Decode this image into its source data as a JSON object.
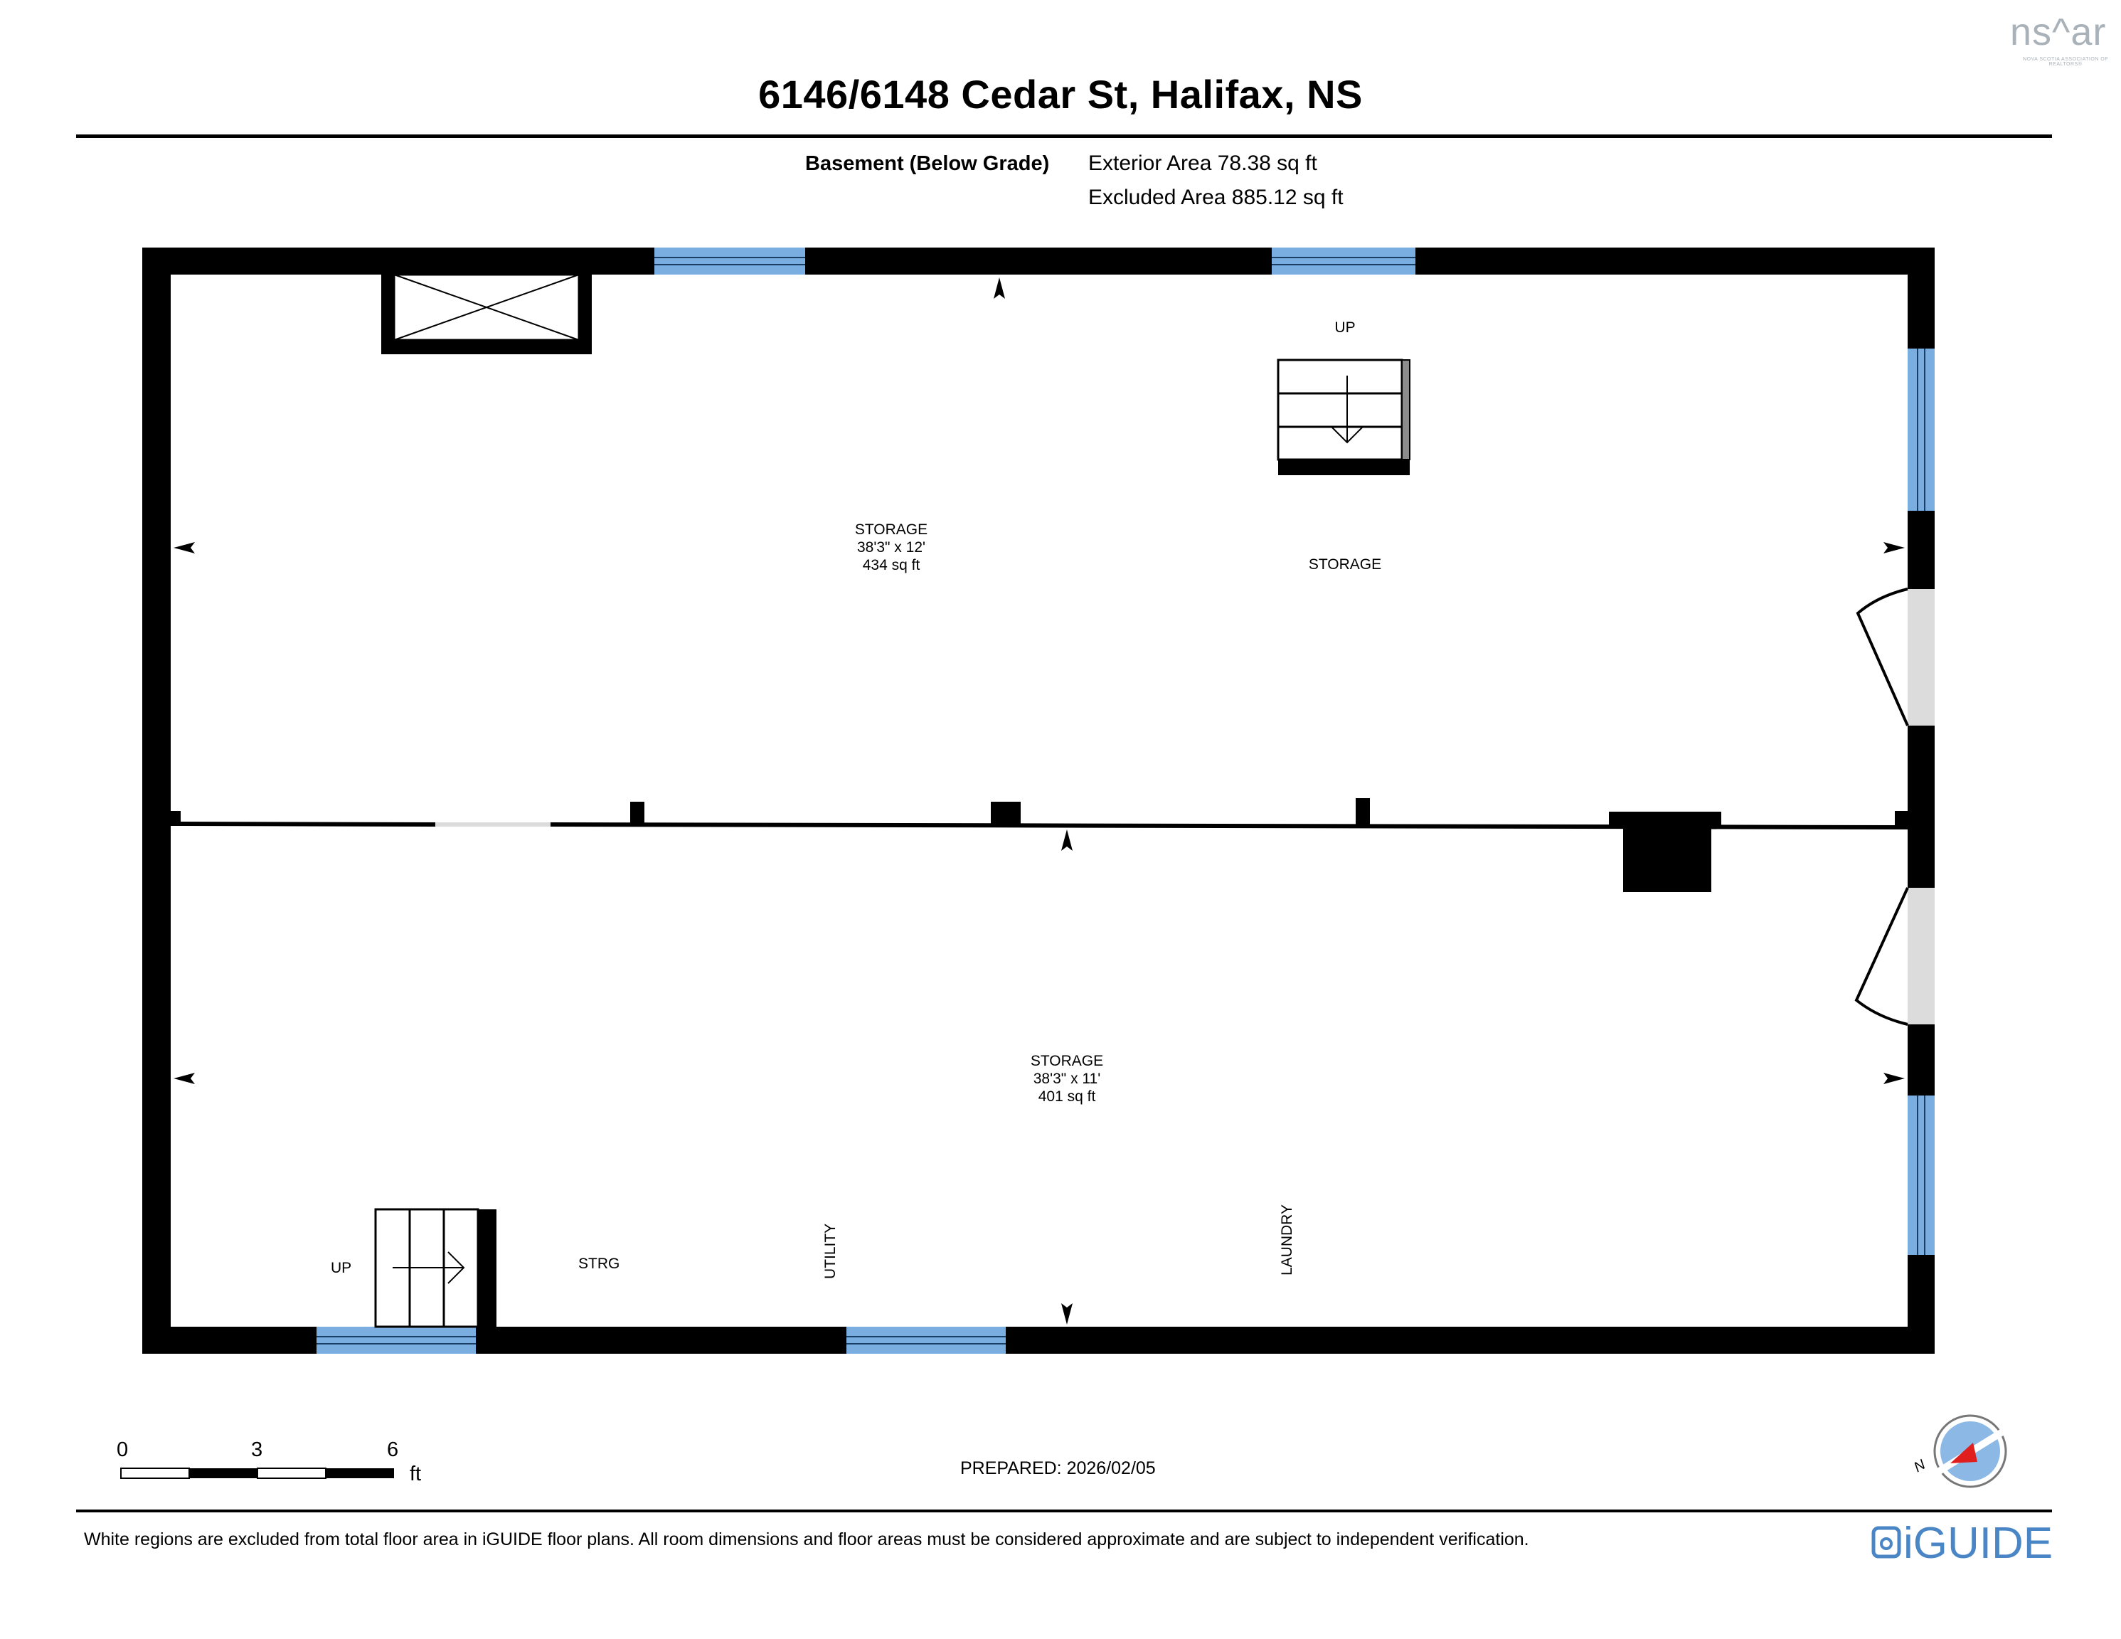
{
  "header": {
    "title": "6146/6148 Cedar St, Halifax, NS",
    "floor_label": "Basement (Below Grade)",
    "exterior_area": "Exterior Area 78.38 sq ft",
    "excluded_area": "Excluded Area 885.12 sq ft"
  },
  "rooms": {
    "upper_storage": {
      "name": "STORAGE",
      "dims": "38'3\" x 12'",
      "area": "434 sq ft"
    },
    "upper_storage_east": {
      "name": "STORAGE"
    },
    "upper_stair": {
      "label": "UP"
    },
    "lower_storage": {
      "name": "STORAGE",
      "dims": "38'3\" x 11'",
      "area": "401 sq ft"
    },
    "lower_stair": {
      "label": "UP"
    },
    "strg": {
      "name": "STRG"
    },
    "utility": {
      "name": "UTILITY"
    },
    "laundry": {
      "name": "LAUNDRY"
    }
  },
  "scale": {
    "ticks": [
      "0",
      "3",
      "6"
    ],
    "unit": "ft"
  },
  "prepared": "PREPARED: 2026/02/05",
  "compass": {
    "letter": "N"
  },
  "footer": {
    "disclaimer": "White regions are excluded from total floor area in iGUIDE floor plans. All room dimensions and floor areas must be considered approximate and are subject to independent verification."
  },
  "logos": {
    "nsar": "ns^ar",
    "nsar_sub": "NOVA SCOTIA ASSOCIATION OF REALTORS®",
    "iguide": "iGUIDE"
  },
  "colors": {
    "wall": "#000000",
    "window": "#7aaee0",
    "door_opening": "#dcdcdc",
    "compass_red": "#e01e1e",
    "compass_blue": "#8cb8e6",
    "iguide_blue": "#4a86c5",
    "nsar_gray": "#a9b1b9"
  }
}
